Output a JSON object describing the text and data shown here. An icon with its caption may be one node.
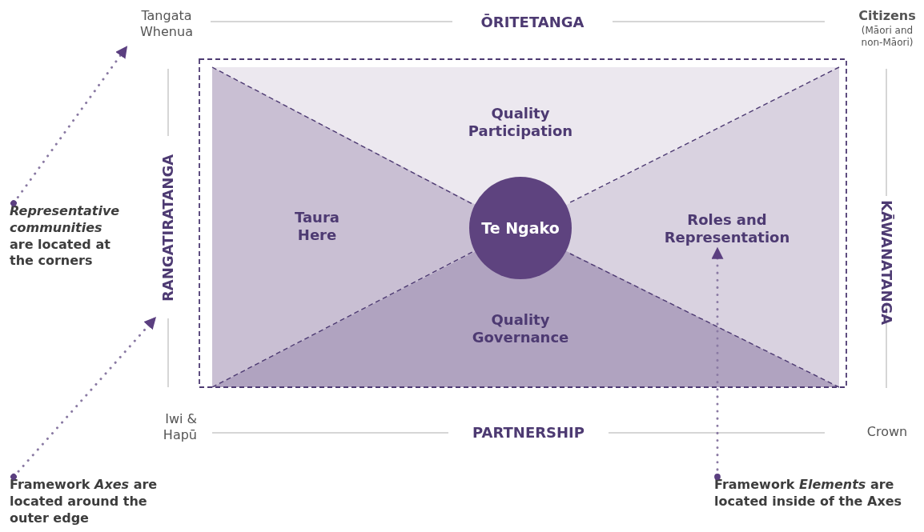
{
  "diagram": {
    "nodes": [
      {
        "text": [
          "Tangata Whenua"
        ]
      },
      {
        "text": [
          "ŌRITETANGA"
        ]
      },
      {
        "text": [
          "Citizens",
          "(Māori and non-Māori)"
        ]
      },
      {
        "text": [
          "RANGATIRATANGA"
        ]
      },
      {
        "text": [
          "KĀWANATANGA"
        ]
      },
      {
        "text": [
          "Iwi & Hapū"
        ]
      },
      {
        "text": [
          "PARTNERSHIP"
        ]
      },
      {
        "text": [
          "Crown"
        ]
      },
      {
        "text": [
          "Quality Participation"
        ]
      },
      {
        "text": [
          "Taura Here"
        ]
      },
      {
        "text": [
          "Te Ngako"
        ]
      },
      {
        "text": [
          "Roles and Representation"
        ]
      },
      {
        "text": [
          "Quality Governance"
        ]
      },
      {
        "text": [
          "*Representative communities* are located at the corners"
        ]
      },
      {
        "text": [
          "Framework *Axes* are located around the outer edge"
        ]
      },
      {
        "text": [
          "Framework *Elements* are located inside of the Axes"
        ]
      }
    ],
    "edges": [
      {
        "from": 13,
        "to": 0,
        "arrow": "to",
        "style": "dashed"
      },
      {
        "from": 14,
        "to": 3,
        "arrow": "to",
        "style": "dashed"
      },
      {
        "from": 15,
        "to": 11,
        "arrow": "to",
        "style": "dashed"
      }
    ]
  }
}
